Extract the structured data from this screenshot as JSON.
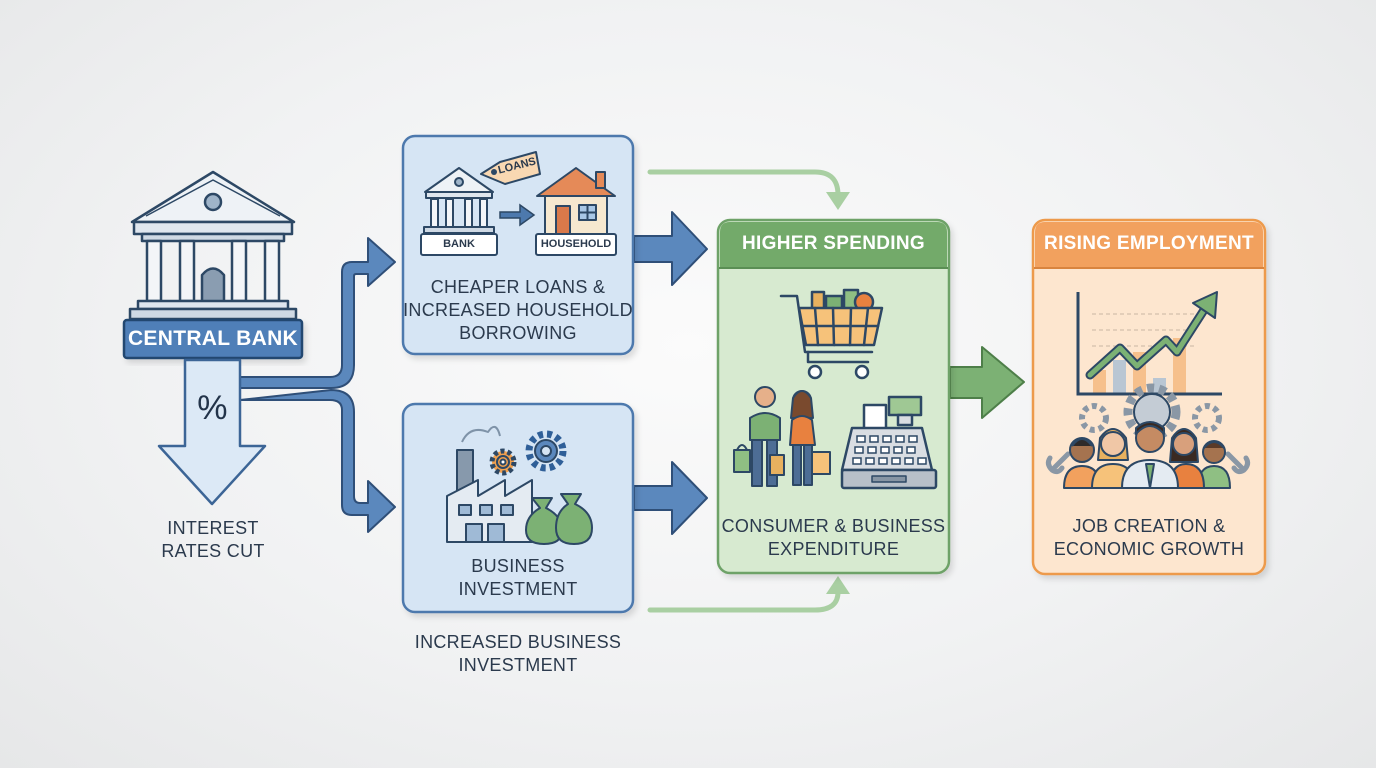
{
  "nodes": {
    "central_bank": {
      "label": "CENTRAL BANK"
    },
    "rate_cut": {
      "symbol": "%",
      "label": "INTEREST\nRATES CUT"
    },
    "loans": {
      "tag": "LOANS",
      "bank_tag": "BANK",
      "household_tag": "HOUSEHOLD",
      "label": "CHEAPER LOANS &\nINCREASED HOUSEHOLD\nBORROWING"
    },
    "business": {
      "label": "BUSINESS\nINVESTMENT",
      "caption": "INCREASED BUSINESS\nINVESTMENT"
    },
    "spending": {
      "header": "HIGHER SPENDING",
      "label": "CONSUMER & BUSINESS\nEXPENDITURE"
    },
    "employment": {
      "header": "RISING EMPLOYMENT",
      "label": "JOB CREATION &\nECONOMIC GROWTH"
    }
  },
  "colors": {
    "blue_dark": "#2f5f98",
    "blue_arrow": "#5b88bd",
    "blue_fill": "#d6e5f4",
    "blue_border": "#4d79ad",
    "green_fill": "#d7ead0",
    "green_border": "#6ea267",
    "green_header": "#73aa6a",
    "orange_fill": "#fde6cf",
    "orange_border": "#ed9a4c",
    "orange_header": "#f2a15e"
  }
}
